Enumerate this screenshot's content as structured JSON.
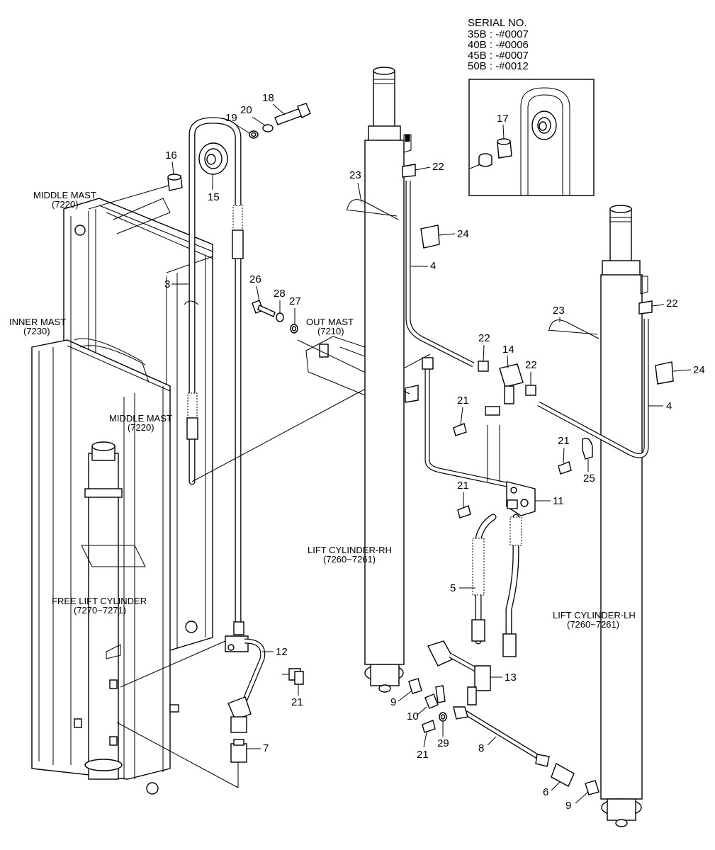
{
  "serial": {
    "title": "SERIAL NO.",
    "lines": [
      "35B : -#0007",
      "40B : -#0006",
      "45B : -#0007",
      "50B : -#0012"
    ]
  },
  "labels": {
    "middle_mast_top": "MIDDLE MAST",
    "middle_mast_top_code": "(7220)",
    "inner_mast": "INNER MAST",
    "inner_mast_code": "(7230)",
    "middle_mast_mid": "MIDDLE MAST",
    "middle_mast_mid_code": "(7220)",
    "out_mast": "OUT MAST",
    "out_mast_code": "(7210)",
    "free_lift": "FREE LIFT CYLINDER",
    "free_lift_code": "(7270~7271)",
    "lift_rh": "LIFT CYLINDER-RH",
    "lift_rh_code": "(7260~7261)",
    "lift_lh": "LIFT CYLINDER-LH",
    "lift_lh_code": "(7260~7261)"
  },
  "callouts": {
    "c1": "18",
    "c2": "19",
    "c3": "20",
    "c4": "16",
    "c5": "15",
    "c6": "3",
    "c7": "26",
    "c8": "28",
    "c9": "27",
    "c10": "23",
    "c11": "22",
    "c12": "24",
    "c13": "4",
    "c14": "22",
    "c15": "14",
    "c16": "22",
    "c17": "21",
    "c18": "23",
    "c19": "22",
    "c20": "24",
    "c21": "4",
    "c22": "21",
    "c23": "25",
    "c24": "21",
    "c25": "11",
    "c26": "5",
    "c27": "12",
    "c28": "21",
    "c29": "7",
    "c30": "13",
    "c31": "9",
    "c32": "10",
    "c33": "29",
    "c34": "21",
    "c35": "8",
    "c36": "6",
    "c37": "9",
    "c38": "17"
  }
}
